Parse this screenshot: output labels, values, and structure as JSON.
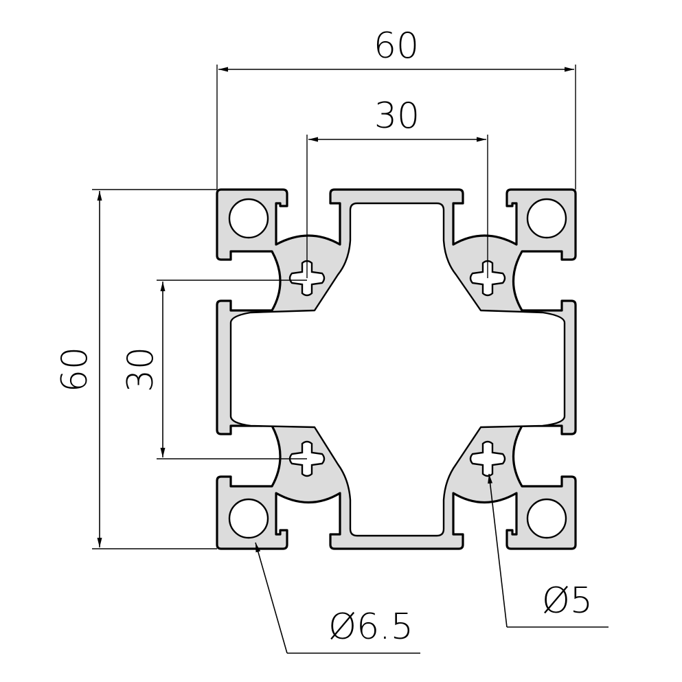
{
  "drawing": {
    "dimensions": {
      "overall_width": "60",
      "inner_width": "30",
      "overall_height": "60",
      "inner_height": "30",
      "corner_hole_diameter": "Ø6.5",
      "center_hole_diameter": "Ø5"
    }
  }
}
